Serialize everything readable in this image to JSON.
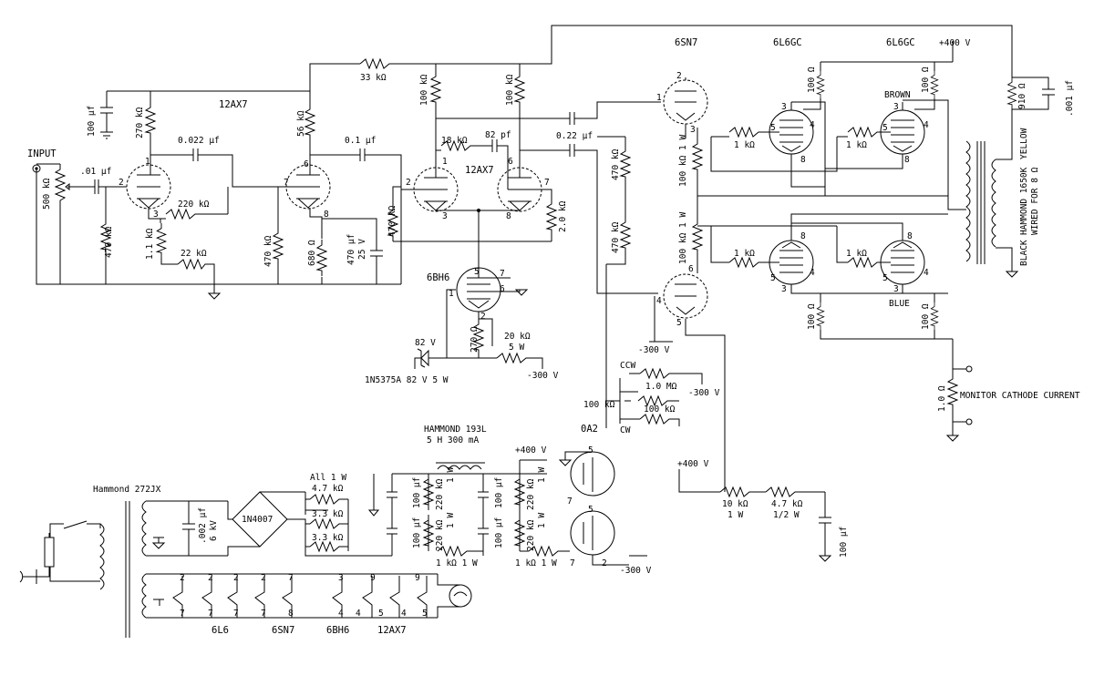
{
  "labels": {
    "input": "INPUT",
    "c_in": ".01 µf",
    "pot_in": "500 kΩ",
    "c_100": "100 µf",
    "r_270": "270 kΩ",
    "tube_12ax7a": "12AX7",
    "c_0022": "0.022 µf",
    "r_56": "56 kΩ",
    "c_01": "0.1 µf",
    "r_33": "33 kΩ",
    "r_220": "220 kΩ",
    "r_470a": "470 kΩ",
    "r_11": "1.1 kΩ",
    "r_22": "22 kΩ",
    "r_470b": "470 kΩ",
    "r_680": "680 Ω",
    "c_470": "470 µf",
    "c_25v": "25 V",
    "r_470c": "470 kΩ",
    "r_100a": "100 kΩ",
    "r_100b": "100 kΩ",
    "r_18": "18 kΩ",
    "c_82p": "82 pf",
    "tube_12ax7b": "12AX7",
    "c_022": "0.22 µf",
    "r_20k": "2.0 kΩ",
    "tube_6bh6": "6BH6",
    "zener_v": "82 V",
    "r_270b": "270 Ω",
    "r_20k5": "20 kΩ",
    "r_5w": "5 W",
    "zener": "1N5375A 82 V 5 W",
    "m300a": "-300 V",
    "tube_6sn7": "6SN7",
    "tube_6l6a": "6L6GC",
    "tube_6l6b": "6L6GC",
    "b400a": "+400 V",
    "r_100ohm_a": "100 Ω",
    "r_100ohm_b": "100 Ω",
    "r_910": "910 Ω",
    "c_001": ".001 µf",
    "brown": "BROWN",
    "r_1k_a": "1 kΩ",
    "r_1k_b": "1 kΩ",
    "r_100k1w_a": "100 kΩ 1 W",
    "r_470d": "470 kΩ",
    "r_470e": "470 kΩ",
    "r_100k1w_b": "100 kΩ 1 W",
    "r_1k_c": "1 kΩ",
    "r_1k_d": "1 kΩ",
    "yellow": "YELLOW",
    "ot": "HAMMOND 1650K",
    "ot2": "WIRED FOR 8 Ω",
    "black": "BLACK",
    "blue": "BLUE",
    "r_100ohm_c": "100 Ω",
    "r_100ohm_d": "100 Ω",
    "m300b": "-300 V",
    "ccw": "CCW",
    "r_1m": "1.0 MΩ",
    "m300c": "-300 V",
    "pot_100k": "100 kΩ",
    "r_100k_c": "100 kΩ",
    "cw": "CW",
    "r_1ohm": "1.0 Ω",
    "monitor": "MONITOR CATHODE CURRENT",
    "choke": "HAMMOND 193L",
    "choke2": "5 H 300 mA",
    "b400b": "+400 V",
    "oa2": "0A2",
    "b400c": "+400 V",
    "r_10k": "10 kΩ",
    "r_1w": "1 W",
    "r_47k": "4.7 kΩ",
    "r_half": "1/2 W",
    "c_100pf_b": "100 µf",
    "pt": "Hammond 272JX",
    "c_002": ".002 µf",
    "c_6kv": "6 kV",
    "bridge": "1N4007",
    "all1w": "All 1 W",
    "r_47k2": "4.7 kΩ",
    "r_33a": "3.3 kΩ",
    "r_33b": "3.3 kΩ",
    "c_100_1": "100 µf",
    "c_100_2": "100 µf",
    "c_100_3": "100 µf",
    "c_100_4": "100 µf",
    "r_220_1": "220 kΩ",
    "r_220_2": "220 kΩ",
    "r_220_3": "220 kΩ",
    "r_220_4": "220 kΩ",
    "w1_1": "1 W",
    "w1_2": "1 W",
    "w1_3": "1 W",
    "w1_4": "1 W",
    "r_1k1w_a": "1 kΩ 1 W",
    "r_1k1w_b": "1 kΩ 1 W",
    "m300d": "-300 V",
    "h_6l6": "6L6",
    "h_6sn7": "6SN7",
    "h_6bh6": "6BH6",
    "h_12ax7": "12AX7"
  },
  "pins": {
    "p1": "1",
    "p2": "2",
    "p3": "3",
    "p6": "6",
    "p7": "7",
    "p8": "8",
    "p9": "9",
    "p4": "4",
    "p5": "5"
  }
}
